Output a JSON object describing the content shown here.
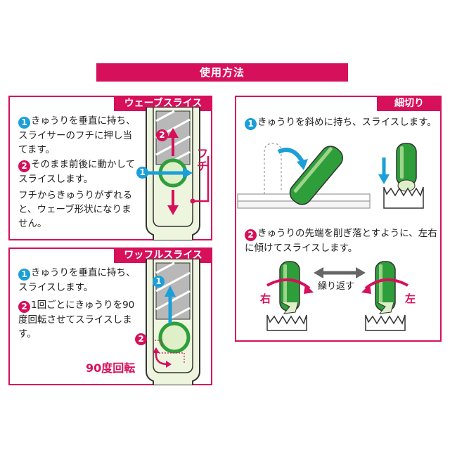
{
  "title": "使用方法",
  "wave": {
    "tab": "ウェーブスライス",
    "step1_num": "1",
    "step1_text": "きゅうりを垂直に持ち、スライサーのフチに押し当てます。",
    "step2_num": "2",
    "step2_text": "そのまま前後に動かしてスライスします。",
    "note": "フチからきゅうりがずれると、ウェーブ形状になりません。",
    "edge_label": "フチ",
    "marker1": "1",
    "marker2": "2"
  },
  "waffle": {
    "tab": "ワッフルスライス",
    "step1_num": "1",
    "step1_text": "きゅうりを垂直に持ち、スライスします。",
    "step2_num": "2",
    "step2_text": "1回ごとにきゅうりを90度回転させてスライスします。",
    "rotate_label": "90度回転",
    "marker1": "1",
    "marker2": "2"
  },
  "julienne": {
    "tab": "細切り",
    "step1_num": "1",
    "step1_text": "きゅうりを斜めに持ち、スライスします。",
    "step2_num": "2",
    "step2_text": "きゅうりの先端を削ぎ落とすように、左右に傾けてスライスします。",
    "repeat_label": "繰り返す",
    "right_label": "右",
    "left_label": "左"
  },
  "colors": {
    "accent": "#d6105b",
    "blue": "#1a9fd9",
    "green": "#2e9e3a",
    "light_green": "#dff0c8"
  }
}
